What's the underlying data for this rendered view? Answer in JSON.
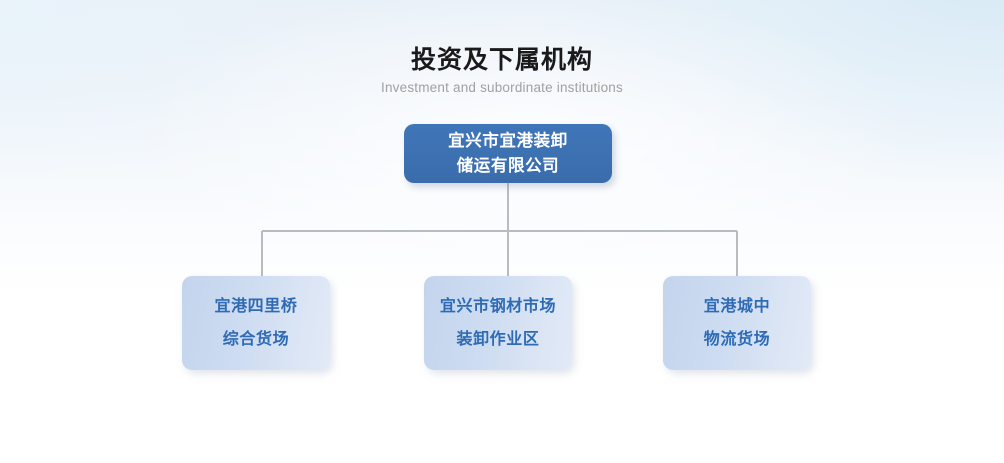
{
  "page": {
    "title": "投资及下属机构",
    "subtitle": "Investment and subordinate institutions",
    "background_top": "#e9f1f8",
    "background_bottom": "#ffffff"
  },
  "colors": {
    "root_fill": "#3d72b4",
    "root_text": "#ffffff",
    "child_fill_start": "#c3d4ed",
    "child_fill_end": "#e2eaf7",
    "child_text": "#2f6bb5",
    "connector_line": "#b9bcbf",
    "title_text": "#1a1a1a",
    "subtitle_text": "#a0a0a0"
  },
  "chart": {
    "type": "org-chart",
    "root": {
      "lines": [
        "宜兴市宜港装卸",
        "储运有限公司"
      ]
    },
    "children": [
      {
        "lines": [
          "宜港四里桥",
          "综合货场"
        ]
      },
      {
        "lines": [
          "宜兴市钢材市场",
          "装卸作业区"
        ]
      },
      {
        "lines": [
          "宜港城中",
          "物流货场"
        ]
      }
    ]
  }
}
